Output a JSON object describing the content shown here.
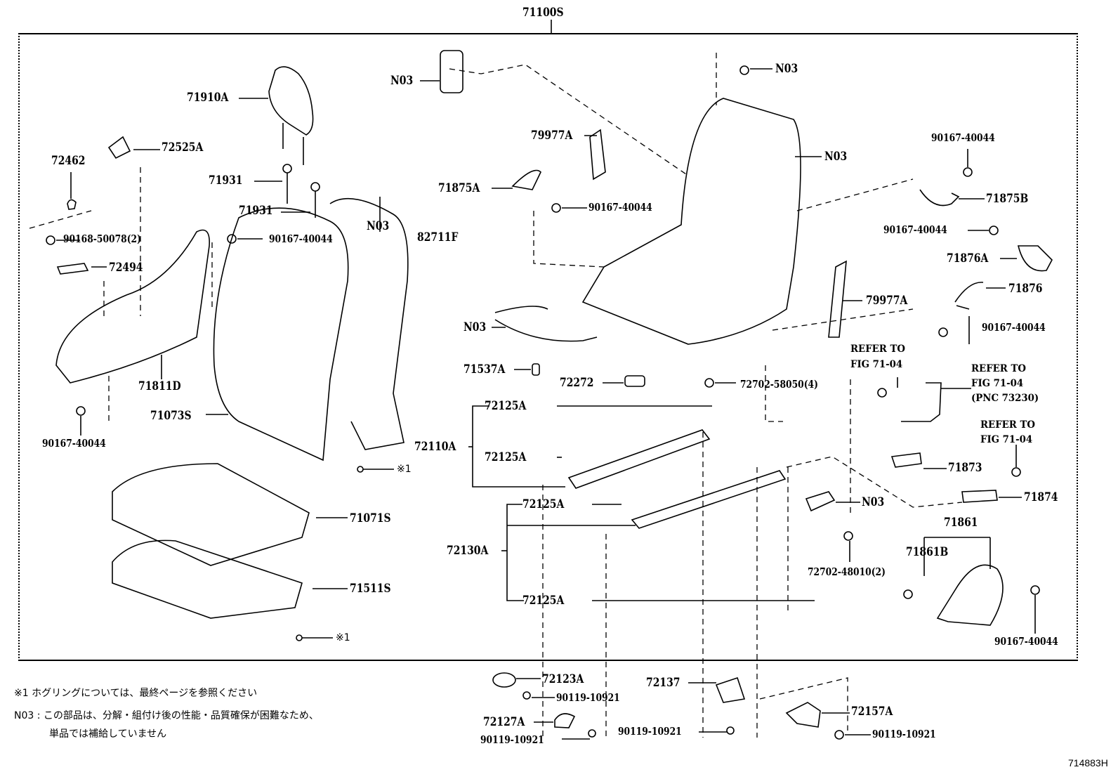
{
  "diagram": {
    "title_part": "71100S",
    "figure_code": "714883H",
    "labels": {
      "headrest": "71910A",
      "cover_72525a": "72525A",
      "knob_72462": "72462",
      "guide_71931_a": "71931",
      "guide_71931_b": "71931",
      "screw_90168": "90168-50078(2)",
      "screw_upper_mid": "90167-40044",
      "knob_72494": "72494",
      "shield_71811d": "71811D",
      "screw_lower_left": "90167-40044",
      "n03_back_pad": "N03",
      "hog_82711f": "82711F",
      "cover_71073s": "71073S",
      "hogring_1": "※1",
      "cover_71071s": "71071S",
      "pad_71511s": "71511S",
      "hogring_2": "※1",
      "n03_airbag": "N03",
      "mat_79977a_left": "79977A",
      "shield_71875a": "71875A",
      "screw_71875a": "90167-40044",
      "n03_wire": "N03",
      "plug_71537a": "71537A",
      "clip_72272": "72272",
      "n03_nut_top": "N03",
      "n03_frame": "N03",
      "screw_top_right": "90167-40044",
      "shield_71875b": "71875B",
      "screw_71876a": "90167-40044",
      "shield_71876a": "71876A",
      "shield_71876": "71876",
      "mat_79977a_right": "79977A",
      "screw_71876": "90167-40044",
      "bolt_72702_58050": "72702-58050(4)",
      "refer_1_line1": "REFER TO",
      "refer_1_line2": "FIG 71-04",
      "refer_2_line1": "REFER TO",
      "refer_2_line2": "FIG 71-04",
      "refer_2_line3": "(PNC 73230)",
      "refer_3_line1": "REFER TO",
      "refer_3_line2": "FIG 71-04",
      "adjuster_72110a": "72110A",
      "cover_72125a_1": "72125A",
      "cover_72125a_2": "72125A",
      "adjuster_72130a": "72130A",
      "cover_72125a_3": "72125A",
      "cover_72125a_4": "72125A",
      "bracket_71873": "71873",
      "bracket_71874": "71874",
      "n03_lower_right": "N03",
      "bolt_72702_48010": "72702-48010(2)",
      "cover_71861": "71861",
      "clip_71861b": "71861B",
      "screw_71861": "90167-40044",
      "cap_72123a": "72123A",
      "bolt_72123a": "90119-10921",
      "cover_72127a": "72127A",
      "bolt_72127a": "90119-10921",
      "cover_72137": "72137",
      "bolt_72137": "90119-10921",
      "cover_72157a": "72157A",
      "bolt_72157a": "90119-10921"
    }
  },
  "notes": {
    "hogring_note": "※1 ホグリングについては、最終ページを参照ください",
    "n03_note_line1": "N03 : この部品は、分解・組付け後の性能・品質確保が困難なため、",
    "n03_note_line2": "単品では補給していません"
  }
}
